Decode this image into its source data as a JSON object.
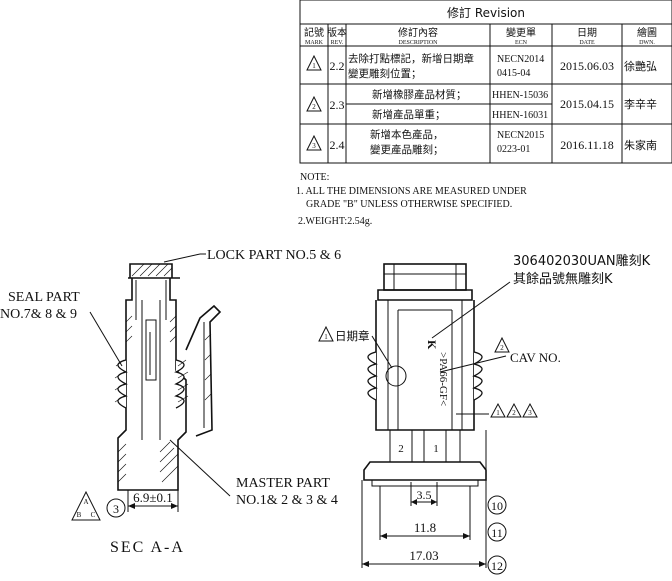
{
  "revision_table": {
    "title": "修訂 Revision",
    "headers": [
      {
        "zh": "記號",
        "en": "MARK"
      },
      {
        "zh": "版本",
        "en": "REV."
      },
      {
        "zh": "修訂內容",
        "en": "DESCRIPTION"
      },
      {
        "zh": "變更單",
        "en": "ECN"
      },
      {
        "zh": "日期",
        "en": "DATE"
      },
      {
        "zh": "繪圖",
        "en": "DWN."
      }
    ],
    "rows": [
      {
        "mark": "1",
        "rev": "2.2",
        "desc": [
          "去除打點標記，新增日期章",
          "變更雕刻位置；"
        ],
        "ecn": [
          "NECN2014",
          "0415-04"
        ],
        "date": "2015.06.03",
        "dwn": "徐艷弘"
      },
      {
        "mark": "2",
        "rev": "2.3",
        "desc": [
          "新增橡膠產品材質；"
        ],
        "ecn": [
          "HHEN-15036"
        ],
        "date": "2015.04.15",
        "dwn": "李辛辛"
      },
      {
        "mark": "",
        "rev": "",
        "desc": [
          "新增產品單重；"
        ],
        "ecn": [
          "HHEN-16031"
        ],
        "date": "",
        "dwn": ""
      },
      {
        "mark": "3",
        "rev": "2.4",
        "desc": [
          "新增本色產品，",
          "變更產品雕刻；"
        ],
        "ecn": [
          "NECN2015",
          "0223-01"
        ],
        "date": "2016.11.18",
        "dwn": "朱家南"
      }
    ]
  },
  "notes": {
    "heading": "NOTE:",
    "line1": "1. ALL THE DIMENSIONS ARE MEASURED UNDER",
    "line2": "GRADE \"B\" UNLESS OTHERWISE SPECIFIED.",
    "line3": "2.WEIGHT:2.54g."
  },
  "callouts": {
    "lock_part": "LOCK PART NO.5 & 6",
    "seal_part_1": "SEAL PART",
    "seal_part_2": "NO.7& 8 & 9",
    "master_part_1": "MASTER PART",
    "master_part_2": "NO.1& 2 & 3 & 4",
    "engrave_1": "306402030UAN雕刻K",
    "engrave_2": "其餘品號無雕刻K",
    "date_stamp": "日期章",
    "cav_no": "CAV NO.",
    "engrave_text": ">PA66-GF<",
    "section": "SEC A-A"
  },
  "dimensions": {
    "width_6_9": "6.9±0.1",
    "width_3_5": "3.5",
    "width_11_8": "11.8",
    "width_17_03": "17.03",
    "cav1": "1",
    "cav2": "2"
  },
  "balloons": {
    "b3": "3",
    "b10": "10",
    "b11": "11",
    "b12": "12",
    "tri1": "1",
    "tri2": "2",
    "tri3": "3",
    "tri_a": "A",
    "tri_b": "B",
    "tri_c": "C"
  }
}
